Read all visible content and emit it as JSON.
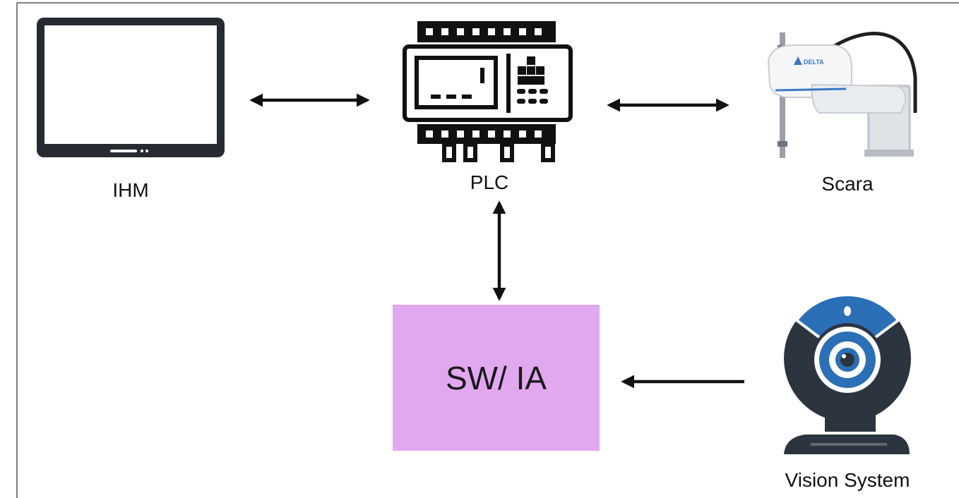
{
  "nodes": {
    "ihm": {
      "label": "IHM",
      "icon": "monitor-icon"
    },
    "plc": {
      "label": "PLC",
      "icon": "plc-controller-icon"
    },
    "scara": {
      "label": "Scara",
      "icon": "scara-robot-icon",
      "brand_text": "DELTA"
    },
    "sw_ia": {
      "label": "SW/ IA"
    },
    "vision": {
      "label": "Vision System",
      "icon": "webcam-icon"
    }
  },
  "edges": [
    {
      "from": "ihm",
      "to": "plc",
      "direction": "both"
    },
    {
      "from": "plc",
      "to": "scara",
      "direction": "both"
    },
    {
      "from": "plc",
      "to": "sw_ia",
      "direction": "both"
    },
    {
      "from": "vision",
      "to": "sw_ia",
      "direction": "forward"
    }
  ],
  "colors": {
    "box_fill": "#e2a8ef",
    "stroke": "#111111",
    "camera_blue": "#2b6fb6",
    "camera_dark": "#2c3440",
    "robot_blue": "#3a78c2"
  }
}
